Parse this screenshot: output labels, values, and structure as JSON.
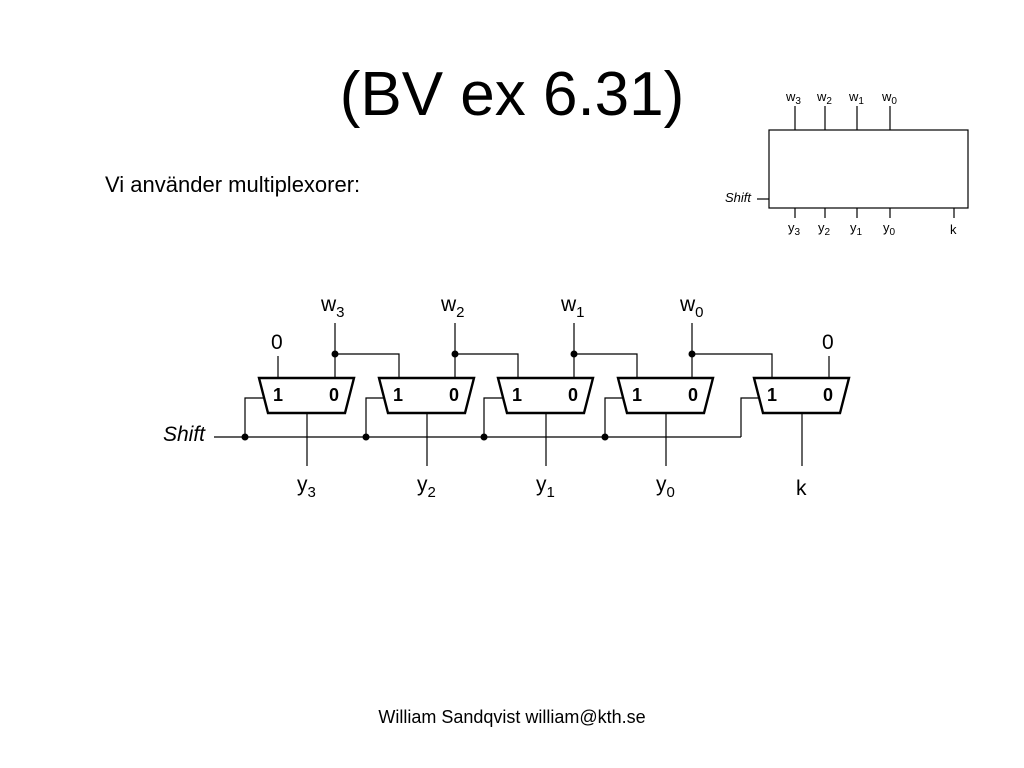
{
  "slide": {
    "title": "(BV ex 6.31)",
    "intro": "Vi använder multiplexorer:",
    "footer": "William Sandqvist william@kth.se"
  },
  "block_diagram": {
    "inputs": [
      {
        "base": "w",
        "sub": "3"
      },
      {
        "base": "w",
        "sub": "2"
      },
      {
        "base": "w",
        "sub": "1"
      },
      {
        "base": "w",
        "sub": "0"
      }
    ],
    "control": "Shift",
    "outputs": [
      {
        "base": "y",
        "sub": "3"
      },
      {
        "base": "y",
        "sub": "2"
      },
      {
        "base": "y",
        "sub": "1"
      },
      {
        "base": "y",
        "sub": "0"
      },
      {
        "base": "k",
        "sub": ""
      }
    ]
  },
  "circuit": {
    "control": "Shift",
    "inputs": [
      {
        "base": "w",
        "sub": "3"
      },
      {
        "base": "w",
        "sub": "2"
      },
      {
        "base": "w",
        "sub": "1"
      },
      {
        "base": "w",
        "sub": "0"
      }
    ],
    "constants": [
      "0",
      "0"
    ],
    "mux_input_labels": [
      "1",
      "0"
    ],
    "outputs": [
      {
        "base": "y",
        "sub": "3"
      },
      {
        "base": "y",
        "sub": "2"
      },
      {
        "base": "y",
        "sub": "1"
      },
      {
        "base": "y",
        "sub": "0"
      },
      {
        "base": "k",
        "sub": ""
      }
    ]
  }
}
